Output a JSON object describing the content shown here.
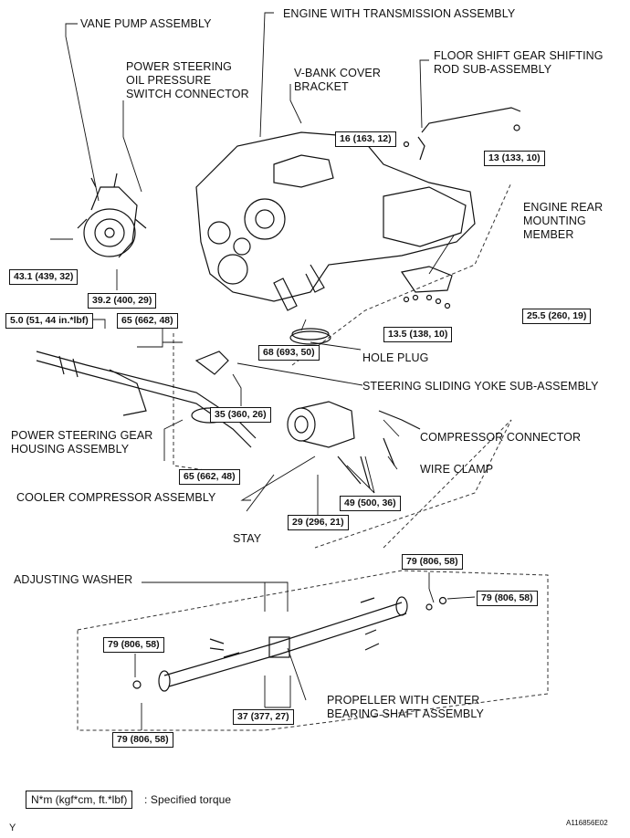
{
  "labels": {
    "vane_pump": "VANE PUMP ASSEMBLY",
    "engine_trans": "ENGINE WITH TRANSMISSION ASSEMBLY",
    "ps_switch_1": "POWER STEERING",
    "ps_switch_2": "OIL PRESSURE",
    "ps_switch_3": "SWITCH CONNECTOR",
    "vbank_1": "V-BANK COVER",
    "vbank_2": "BRACKET",
    "floor_shift_1": "FLOOR SHIFT GEAR SHIFTING",
    "floor_shift_2": "ROD SUB-ASSEMBLY",
    "engine_rear_1": "ENGINE REAR",
    "engine_rear_2": "MOUNTING",
    "engine_rear_3": "MEMBER",
    "hole_plug": "HOLE PLUG",
    "steering_yoke": "STEERING SLIDING YOKE SUB-ASSEMBLY",
    "compressor_connector": "COMPRESSOR CONNECTOR",
    "ps_gear_1": "POWER STEERING GEAR",
    "ps_gear_2": "HOUSING ASSEMBLY",
    "wire_clamp": "WIRE CLAMP",
    "cooler_compressor": "COOLER COMPRESSOR ASSEMBLY",
    "stay": "STAY",
    "adjusting_washer": "ADJUSTING WASHER",
    "propeller_1": "PROPELLER WITH CENTER",
    "propeller_2": "BEARING SHAFT ASSEMBLY"
  },
  "torques": {
    "t16": "16 (163, 12)",
    "t13": "13 (133, 10)",
    "t43": "43.1 (439, 32)",
    "t392": "39.2 (400, 29)",
    "t5": "5.0 (51, 44 in.*lbf)",
    "t65a": "65 (662, 48)",
    "t68": "68 (693, 50)",
    "t135": "13.5 (138, 10)",
    "t255": "25.5 (260, 19)",
    "t35": "35 (360, 26)",
    "t65b": "65 (662, 48)",
    "t49": "49 (500, 36)",
    "t29": "29 (296, 21)",
    "t79a": "79 (806, 58)",
    "t79b": "79 (806, 58)",
    "t79c": "79 (806, 58)",
    "t79d": "79 (806, 58)",
    "t37": "37 (377, 27)"
  },
  "legend": {
    "unit": "N*m (kgf*cm, ft.*lbf)",
    "text": ": Specified torque"
  },
  "footer": {
    "corner": "Y",
    "code": "A116856E02"
  }
}
